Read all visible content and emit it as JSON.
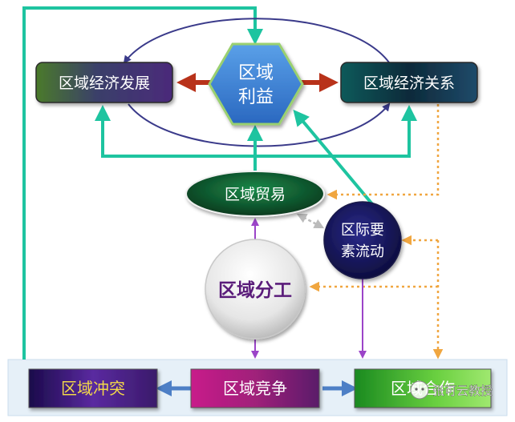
{
  "nodes": {
    "center": {
      "line1": "区域",
      "line2": "利益"
    },
    "development": "区域经济发展",
    "relations": "区域经济关系",
    "trade": "区域贸易",
    "factor_flow": {
      "line1": "区际要",
      "line2": "素流动"
    },
    "division": "区域分工",
    "conflict": "区域冲突",
    "competition": "区域竞争",
    "cooperation": "区域合作"
  },
  "watermark": "张可云教授",
  "colors": {
    "teal_arrow": "#1ec4a0",
    "navy_arrow": "#3a3a8a",
    "red_arrow": "#b8321a",
    "orange_dotted": "#f0a640",
    "purple_arrow": "#9b44c8",
    "blue_arrow": "#4d7fc6",
    "bottom_band": "#e6f0f8"
  }
}
